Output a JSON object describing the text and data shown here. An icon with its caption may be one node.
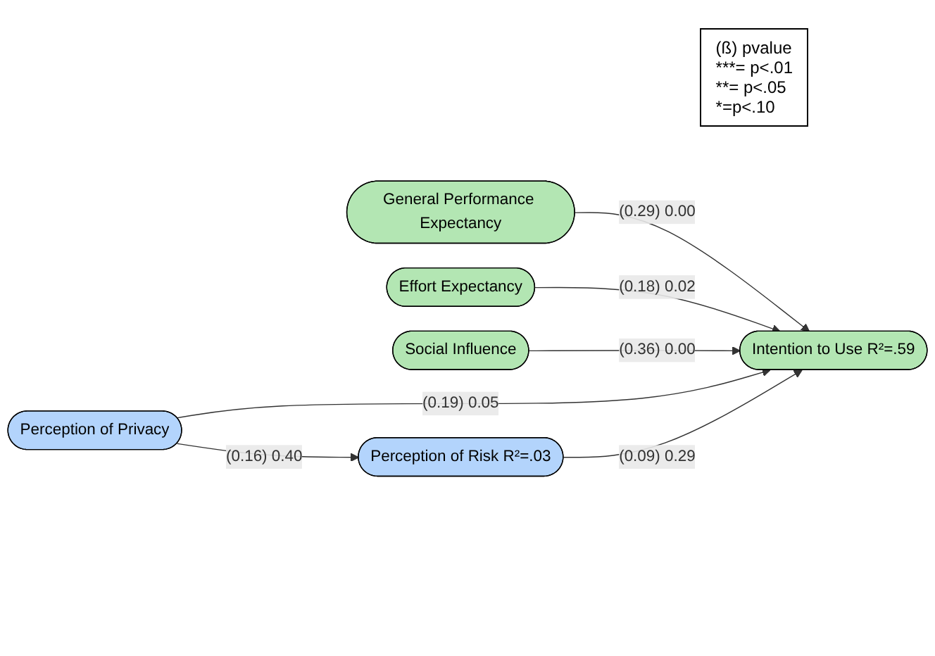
{
  "diagram": {
    "nodes": [
      {
        "text": [
          "General Performance Expectancy"
        ]
      },
      {
        "text": [
          "Effort Expectancy"
        ]
      },
      {
        "text": [
          "Social Influence"
        ]
      },
      {
        "text": [
          "Perception of Privacy"
        ]
      },
      {
        "text": [
          "Intention to Use R²=.59"
        ]
      },
      {
        "text": [
          "Perception of Risk R²=.03"
        ]
      }
    ],
    "edges": [
      {
        "from": 0,
        "to": 4,
        "arrow": "to",
        "label": "(0.29) 0.00"
      },
      {
        "from": 1,
        "to": 4,
        "arrow": "to",
        "label": "(0.18) 0.02"
      },
      {
        "from": 2,
        "to": 4,
        "arrow": "to",
        "label": "(0.36) 0.00"
      },
      {
        "from": 3,
        "to": 4,
        "arrow": "to",
        "label": "(0.19) 0.05"
      },
      {
        "from": 3,
        "to": 5,
        "arrow": "to",
        "label": "(0.16) 0.40"
      },
      {
        "from": 5,
        "to": 4,
        "arrow": "to",
        "label": "(0.09) 0.29"
      }
    ],
    "labels": [
      "(ß) pvalue",
      "***= p<.01",
      "**= p<.05",
      "*=p<.10"
    ]
  }
}
